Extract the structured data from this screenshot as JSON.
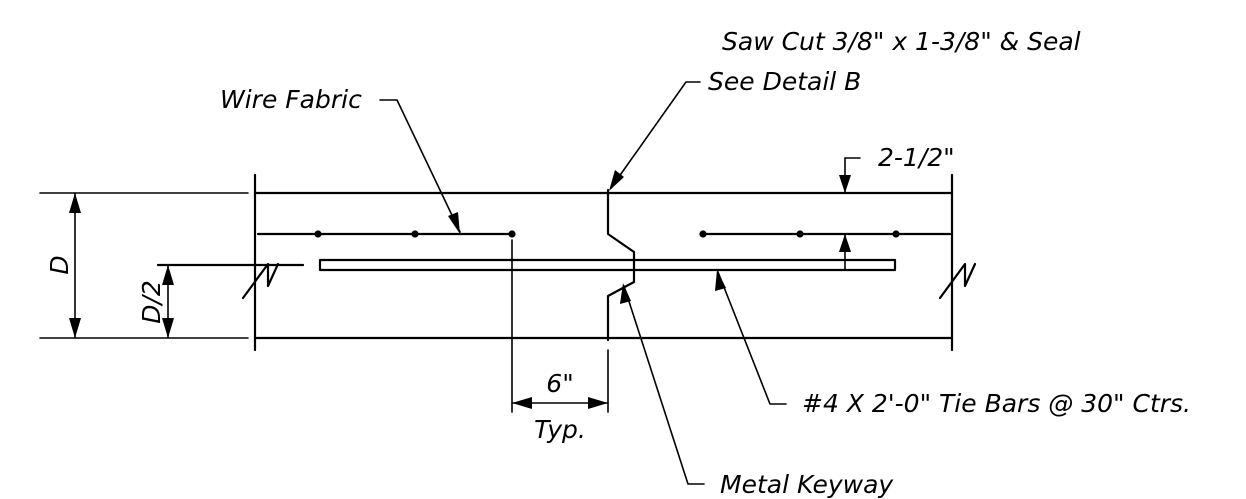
{
  "labels": {
    "saw_cut_line1": "Saw Cut 3/8\" x 1-3/8\" & Seal",
    "saw_cut_line2": "See Detail B",
    "wire_fabric": "Wire Fabric",
    "cover": "2-1/2\"",
    "depth": "D",
    "half_depth": "D/2",
    "spacing": "6\"",
    "spacing_note": "Typ.",
    "tie_bars": "#4 X 2'-0\" Tie Bars @ 30\" Ctrs.",
    "keyway": "Metal Keyway"
  }
}
